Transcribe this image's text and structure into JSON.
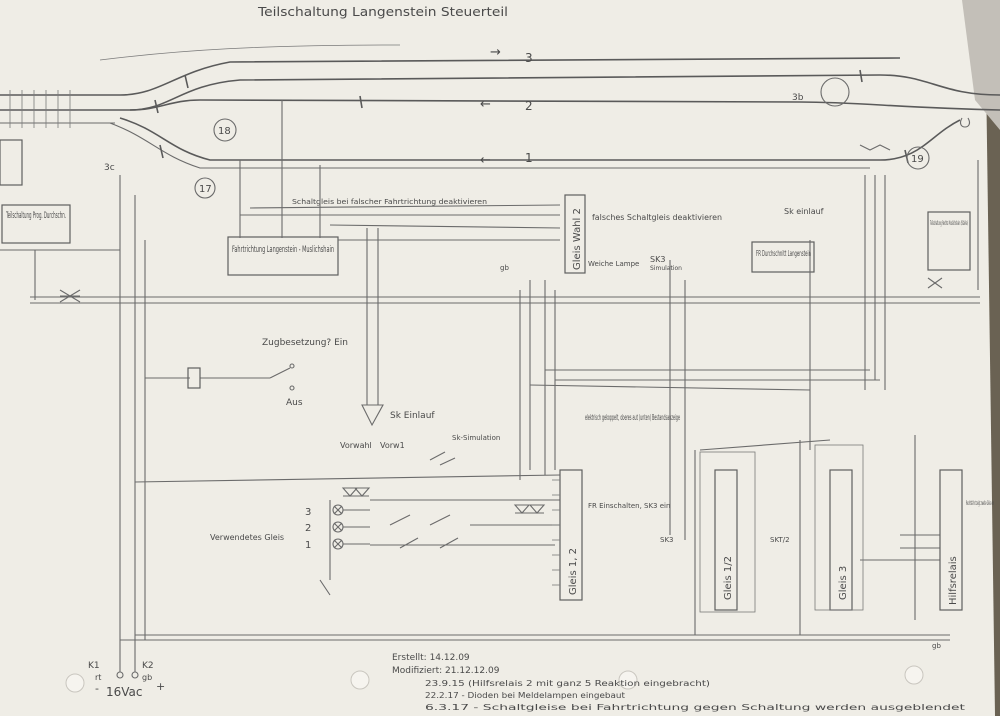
{
  "title": "Teilschaltung Langenstein Steuerteil",
  "tracks": [
    {
      "label": "3",
      "arrow": "→"
    },
    {
      "label": "2",
      "arrow": "←"
    },
    {
      "label": "1",
      "arrow": "←"
    }
  ],
  "numbers": {
    "n18": "18",
    "n17": "17",
    "n19": "19",
    "n2": "2",
    "n3b": "3b",
    "n3c": "3c"
  },
  "labels": {
    "teilschaltung_prog": "Teilschaltung Prog. Durchschn.",
    "fahrtrichtung": "Fahrtrichtung Langenstein - Muslichshain",
    "gleis_wahl": "Gleis Wahl 2",
    "fr_durchschnitt": "FR Durchschnitt Langenstein",
    "teilschaltung_rechts": "Teilschaltung Rechts Muslichshain (Stärke)",
    "schaltgleis_falsche": "Schaltgleis bei falscher Fahrtrichtung deaktivieren",
    "falsches_schaltgleis": "falsches Schaltgleis deaktivieren",
    "sk_einlauf_top": "Sk einlauf",
    "sk_einlauf_mid": "Sk Einlauf",
    "sk_simulation": "Sk-Simulation",
    "sk3": "SK3",
    "sk3_sub": "Simulation",
    "weiche_lampe": "Weiche Lampe",
    "zugbesetzung": "Zugbesetzung? Ein",
    "aus": "Aus",
    "verwendetes_gleis": "Verwendetes Gleis",
    "elektrisch": "elektrisch gekoppelt, oberes aut (unten) Bestandsanzeige",
    "fr_einschalten": "FR Einschalten, SK3 ein",
    "gleis_123_left": "Gleis 1, 2",
    "gleis_12_mid": "Gleis 1/2",
    "gleis_3": "Gleis 3",
    "hilfsrelais": "Hilfsrelais",
    "vorwahl": "Vorwahl",
    "vorw1": "Vorw1",
    "sk3_mid": "SK3",
    "skt12": "SKT/2",
    "gb": "gb",
    "rt": "rt",
    "k1": "K1",
    "k2": "K2",
    "voltage": "16Vac",
    "minus": "-",
    "plus": "+",
    "right_side": "Rechtsfahrt zeigt zweite Gleis ein"
  },
  "notes": [
    "Erstellt: 14.12.09",
    "Modifiziert: 21.12.12.09",
    "23.9.15 (Hilfsrelais 2 mit ganz 5 Reaktion eingebracht)",
    "22.2.17 - Dioden bei Meldelampen eingebaut",
    "6.3.17 - Schaltgleise bei Fahrtrichtung gegen Schaltung werden ausgeblendet"
  ]
}
